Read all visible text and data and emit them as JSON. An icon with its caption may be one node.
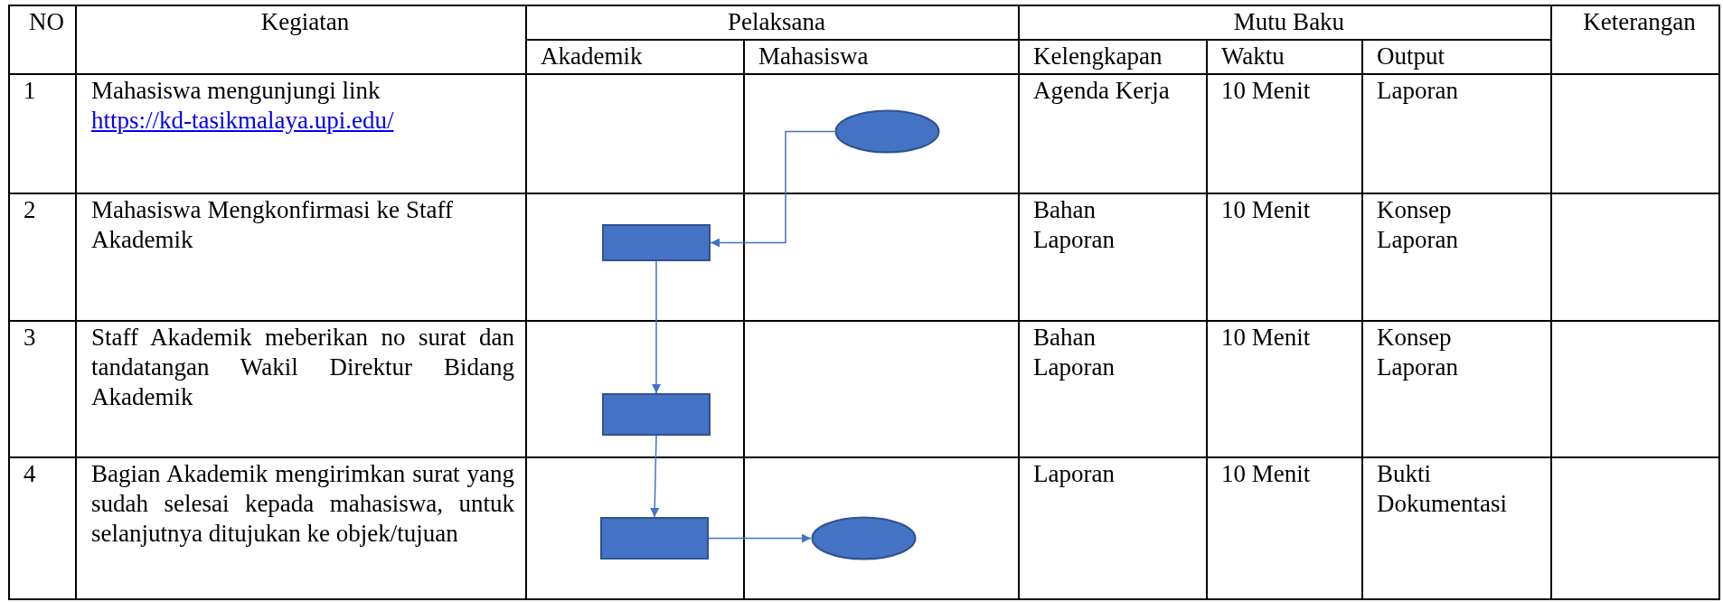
{
  "diagram": {
    "nodes": [
      {
        "text": [],
        "shape": "circle"
      },
      {
        "text": [],
        "shape": "box"
      },
      {
        "text": [],
        "shape": "box"
      },
      {
        "text": [],
        "shape": "box"
      },
      {
        "text": [],
        "shape": "circle"
      }
    ],
    "edges": [
      {
        "from": 0,
        "to": 1,
        "arrow": "to"
      },
      {
        "from": 1,
        "to": 2,
        "arrow": "to"
      },
      {
        "from": 2,
        "to": 3,
        "arrow": "to"
      },
      {
        "from": 3,
        "to": 4,
        "arrow": "to"
      }
    ],
    "labels": [
      "NO",
      "Kegiatan",
      "Pelaksana",
      "Mutu Baku",
      "Keterangan",
      "Akademik",
      "Mahasiswa",
      "Kelengkapan",
      "Waktu",
      "Output",
      "1",
      "Mahasiswa mengunjungi link",
      "https://kd-tasikmalaya.upi.edu/",
      "Agenda Kerja",
      "10 Menit",
      "Laporan",
      "2",
      "Mahasiswa Mengkonfirmasi ke Staff Akademik",
      "Bahan Laporan",
      "10 Menit",
      "Konsep Laporan",
      "3",
      "Staff Akademik meberikan no surat dan tandatangan Wakil Direktur Bidang Akademik",
      "Bahan Laporan",
      "10 Menit",
      "Konsep Laporan",
      "4",
      "Bagian Akademik mengirimkan surat yang sudah selesai kepada mahasiswa, untuk selanjutnya ditujukan ke objek/tujuan",
      "Laporan",
      "10 Menit",
      "Bukti Dokumentasi"
    ]
  }
}
